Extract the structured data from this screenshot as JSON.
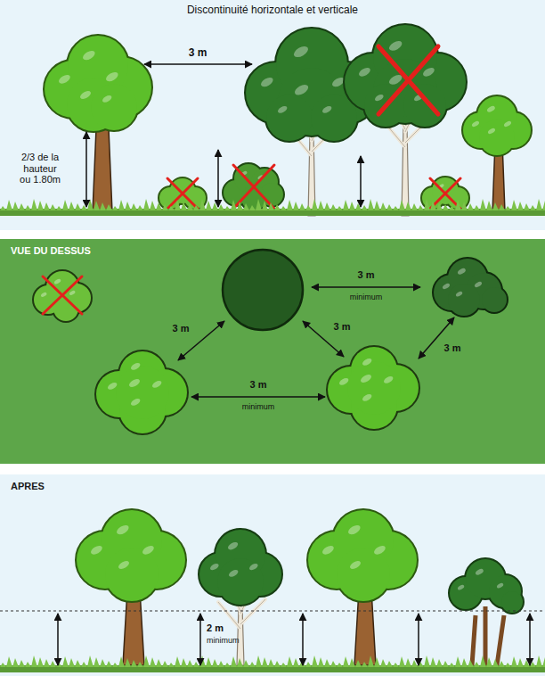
{
  "diagram": {
    "title": "Discontinuité horizontale et verticale",
    "labels": [
      "3 m",
      "2/3 de la hauteur ou 1.80m",
      "VUE DU DESSUS",
      "3 m",
      "minimum",
      "3 m",
      "3 m",
      "3 m",
      "3 m",
      "minimum",
      "APRES",
      "2 m",
      "minimum"
    ]
  }
}
